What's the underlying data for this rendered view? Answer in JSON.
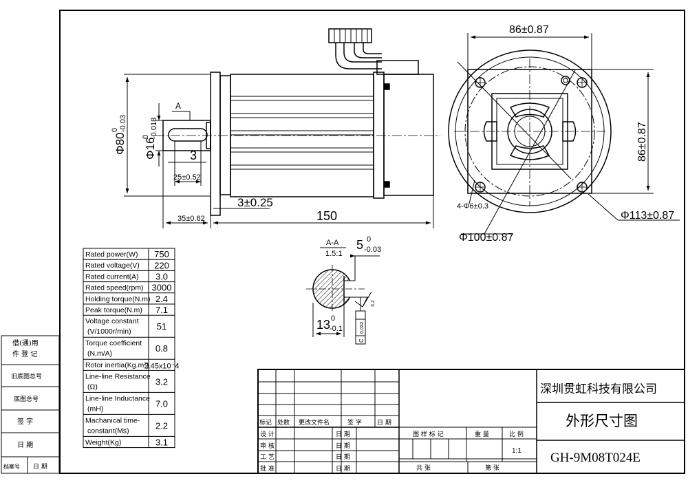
{
  "side_view": {
    "dim_length": "150",
    "dim_flange": "3±0.25",
    "dim_shaft_len": "35±0.62",
    "dim_key_len": "25±0.52",
    "dim_key_h": "3",
    "dim_body_dia": "Φ80",
    "dim_body_dia_up": "0",
    "dim_body_dia_low": "-0.03",
    "dim_shaft_dia": "Φ16",
    "dim_shaft_dia_up": "0",
    "dim_shaft_dia_low": "-0.018",
    "section_mark": "A"
  },
  "front_view": {
    "dim_top": "86±0.87",
    "dim_right": "86±0.87",
    "dim_holes": "4-Φ6±0.3",
    "dim_outer": "Φ113±0.87",
    "dim_pcd": "Φ100±0.87"
  },
  "section": {
    "title": "A-A",
    "scale": "1.5:1",
    "dim_key_w": "5",
    "dim_key_w_up": "0",
    "dim_key_w_low": "-0.03",
    "dim_depth": "13",
    "dim_depth_up": "0",
    "dim_depth_low": "-0.1",
    "tol_sym": "0.032",
    "tol_ref": "C",
    "rough": "3.2"
  },
  "specs": [
    {
      "name": "Rated power(W)",
      "value": "750"
    },
    {
      "name": "Rated voltage(V)",
      "value": "220"
    },
    {
      "name": "Rated current(A)",
      "value": "3.0"
    },
    {
      "name": "Rated speed(rpm)",
      "value": "3000"
    },
    {
      "name": "Holding torque(N.m)",
      "value": "2.4"
    },
    {
      "name": "Peak torque(N.m)",
      "value": "7.1"
    },
    {
      "name": "Voltage constant",
      "name2": "(V/1000r/min)",
      "value": "51"
    },
    {
      "name": "Torque coefficient",
      "name2": "(N.m/A)",
      "value": "0.8"
    },
    {
      "name": "Rotor inertia(Kg.m²)",
      "value": "2.45x10⁻4"
    },
    {
      "name": "Line-line Resistance",
      "name2": "(Ω)",
      "value": "3.2"
    },
    {
      "name": "Line-line Inductance",
      "name2": "(mH)",
      "value": "7.0"
    },
    {
      "name": "Machanical time-",
      "name2": "constant(Ms)",
      "value": "2.2"
    },
    {
      "name": "Weight(Kg)",
      "value": "3.1"
    }
  ],
  "left_strip": {
    "r1a": "借(通)用",
    "r1b": "件 登 记",
    "r2": "旧底图总号",
    "r3": "底图总号",
    "r4": "签  字",
    "r5": "日  期",
    "r6a": "档案号",
    "r6b": "日  期"
  },
  "title_block": {
    "company": "深圳贯虹科技有限公司",
    "drawing_title": "外形尺寸图",
    "drawing_no": "GH-9M08T024E",
    "scale": "1:1",
    "h_mark": "标记",
    "h_count": "处数",
    "h_doc": "更改文件名",
    "h_sign": "签 字",
    "h_date": "日 期",
    "r_design": "设 计",
    "r_check": "审 核",
    "r_process": "工 艺",
    "r_approve": "批 准",
    "r_date": "日 期",
    "stage_mark": "图 样 标 记",
    "weight": "重 量",
    "ratio": "比 例",
    "total": "共   张",
    "page": "第   张"
  }
}
